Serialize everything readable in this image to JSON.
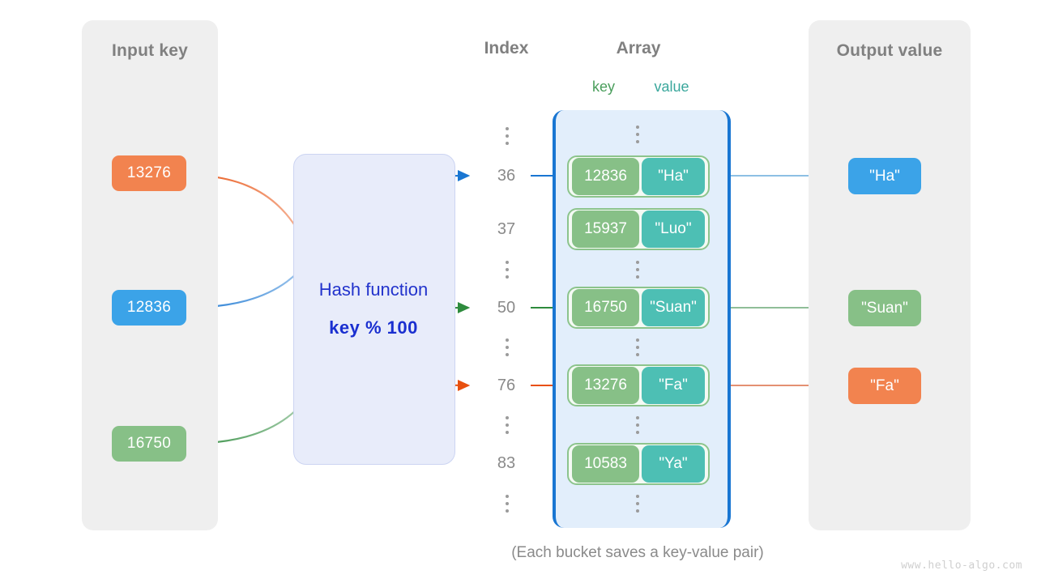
{
  "panels": {
    "input": {
      "title": "Input key"
    },
    "output": {
      "title": "Output value"
    }
  },
  "columns": {
    "index_title": "Index",
    "array_title": "Array",
    "key_label": "key",
    "value_label": "value"
  },
  "hash": {
    "label": "Hash function",
    "expression": "key % 100"
  },
  "input_keys": [
    {
      "text": "13276",
      "color": "#f2834f"
    },
    {
      "text": "12836",
      "color": "#3ba3e8"
    },
    {
      "text": "16750",
      "color": "#87c087"
    }
  ],
  "index_column": [
    {
      "text": "⋮",
      "kind": "dots"
    },
    {
      "text": "36",
      "kind": "number"
    },
    {
      "text": "37",
      "kind": "number"
    },
    {
      "text": "⋮",
      "kind": "dots"
    },
    {
      "text": "50",
      "kind": "number"
    },
    {
      "text": "⋮",
      "kind": "dots"
    },
    {
      "text": "76",
      "kind": "number"
    },
    {
      "text": "⋮",
      "kind": "dots"
    },
    {
      "text": "83",
      "kind": "number"
    },
    {
      "text": "⋮",
      "kind": "dots"
    }
  ],
  "buckets": [
    {
      "key": "12836",
      "value": "\"Ha\"",
      "index": "36"
    },
    {
      "key": "15937",
      "value": "\"Luo\"",
      "index": "37"
    },
    {
      "key": "16750",
      "value": "\"Suan\"",
      "index": "50"
    },
    {
      "key": "13276",
      "value": "\"Fa\"",
      "index": "76"
    },
    {
      "key": "10583",
      "value": "\"Ya\"",
      "index": "83"
    }
  ],
  "output_values": [
    {
      "text": "\"Ha\"",
      "color": "#3ba3e8"
    },
    {
      "text": "\"Suan\"",
      "color": "#87c087"
    },
    {
      "text": "\"Fa\"",
      "color": "#f2834f"
    }
  ],
  "footer": {
    "caption": "(Each bucket saves a key-value pair)",
    "watermark": "www.hello-algo.com"
  },
  "colors": {
    "orange": "#e8500f",
    "blue": "#1976d2",
    "green": "#2e8b3d",
    "panel_gray": "#efefef",
    "array_fill": "#e2eefb",
    "hash_fill": "#e8ecfa",
    "key_green": "#87c087",
    "value_teal": "#4dbfb4"
  }
}
